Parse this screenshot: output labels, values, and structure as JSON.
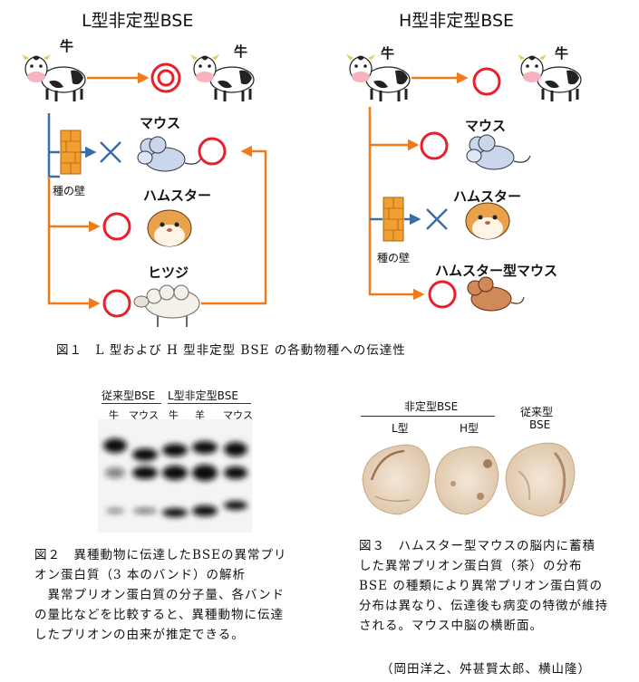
{
  "colors": {
    "orange": "#f07a1a",
    "blue": "#3a6ea5",
    "red_circle": "#e8202a",
    "wall": "#e08a20"
  },
  "figure1": {
    "left_title": "L型非定型BSE",
    "right_title": "H型非定型BSE",
    "left": {
      "cow_src": "牛",
      "cow_dst": "牛",
      "mouse": "マウス",
      "hamster": "ハムスター",
      "sheep": "ヒツジ",
      "wall": "種の壁"
    },
    "right": {
      "cow_src": "牛",
      "cow_dst": "牛",
      "mouse": "マウス",
      "hamster": "ハムスター",
      "hmouse": "ハムスター型マウス",
      "wall": "種の壁"
    },
    "caption": "図１　L 型および H 型非定型 BSE の各動物種への伝達性"
  },
  "figure2": {
    "group1": "従来型BSE",
    "group2": "L型非定型BSE",
    "lanes": [
      "牛",
      "マウス",
      "牛",
      "羊",
      "マウス"
    ],
    "caption_lines": [
      "図２　異種動物に伝達したBSEの異常プリ",
      "オン蛋白質（3 本のバンド）の解析",
      "　異常プリオン蛋白質の分子量、各バンド",
      "の量比などを比較すると、異種動物に伝達",
      "したプリオンの由来が推定できる。"
    ]
  },
  "figure3": {
    "group": "非定型BSE",
    "l": "L型",
    "h": "H型",
    "conv_line1": "従来型",
    "conv_line2": "BSE",
    "caption_lines": [
      "図３　ハムスター型マウスの脳内に蓄積",
      "した異常プリオン蛋白質（茶）の分布",
      "BSE の種類により異常プリオン蛋白質の",
      "分布は異なり、伝達後も病変の特徴が維持",
      "される。マウス中脳の横断面。"
    ]
  },
  "authors": "（岡田洋之、舛甚賢太郎、横山隆）"
}
